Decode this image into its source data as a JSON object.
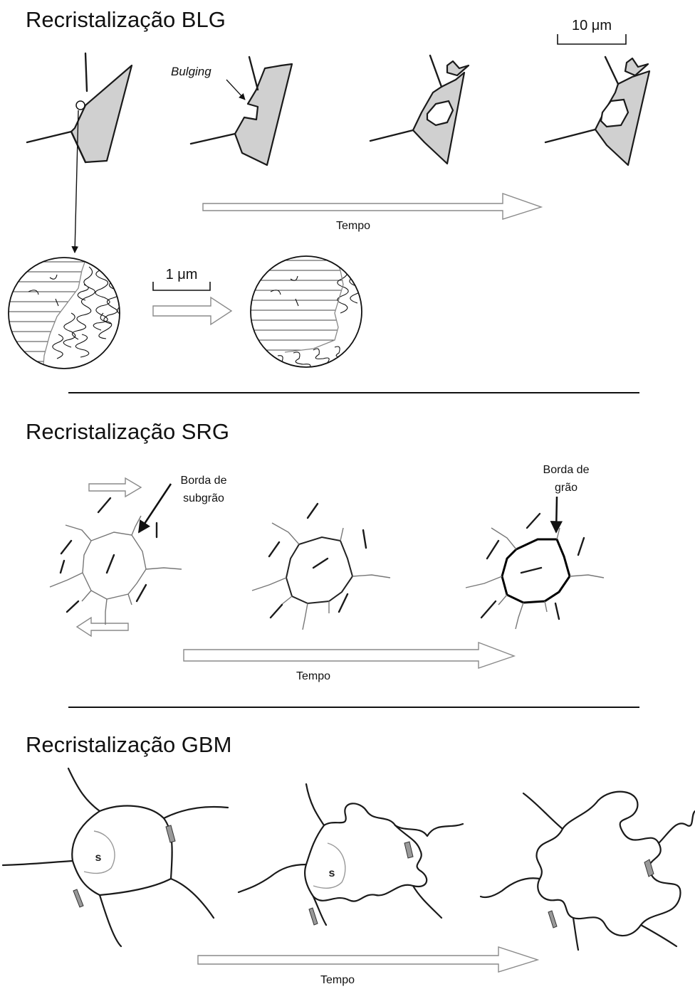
{
  "blg": {
    "title": "Recristalização BLG",
    "bulging_label": "Bulging",
    "scale_large": "10 μm",
    "scale_small": "1 μm",
    "time_label": "Tempo"
  },
  "srg": {
    "title": "Recristalização SRG",
    "subgrain_label_line1": "Borda de",
    "subgrain_label_line2": "subgrão",
    "grain_label_line1": "Borda de",
    "grain_label_line2": "grão",
    "time_label": "Tempo"
  },
  "gbm": {
    "title": "Recristalização GBM",
    "s_label_1": "s",
    "s_label_2": "s",
    "time_label": "Tempo"
  },
  "colors": {
    "grain_fill": "#d0d0d0",
    "line": "#1a1a1a",
    "arrow_outline": "#8a8a8a"
  }
}
